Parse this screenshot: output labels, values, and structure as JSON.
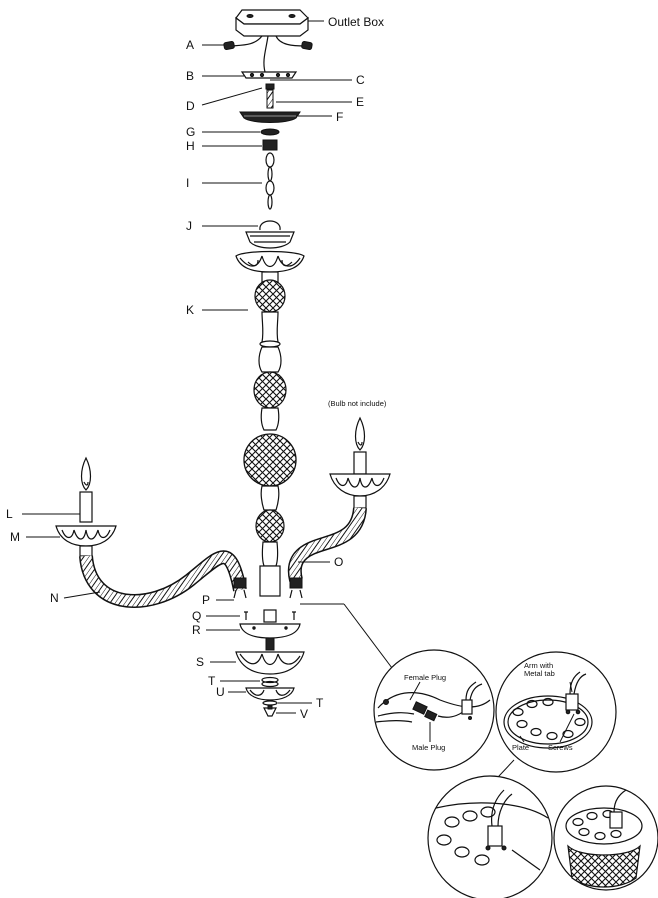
{
  "labels": {
    "outlet_box": "Outlet Box",
    "A": "A",
    "B": "B",
    "C": "C",
    "D": "D",
    "E": "E",
    "F": "F",
    "G": "G",
    "H": "H",
    "I": "I",
    "J": "J",
    "K": "K",
    "L": "L",
    "M": "M",
    "N": "N",
    "O": "O",
    "P": "P",
    "Q": "Q",
    "R": "R",
    "S": "S",
    "T1": "T",
    "T2": "T",
    "U": "U",
    "V": "V"
  },
  "notes": {
    "bulb": "(Bulb not include)",
    "female_plug": "Female Plug",
    "male_plug": "Male Plug",
    "arm_with_metal_tab": "Arm with Metal tab",
    "plate": "Plate",
    "screws": "Screws"
  },
  "colors": {
    "ink": "#111111",
    "background": "#ffffff"
  }
}
